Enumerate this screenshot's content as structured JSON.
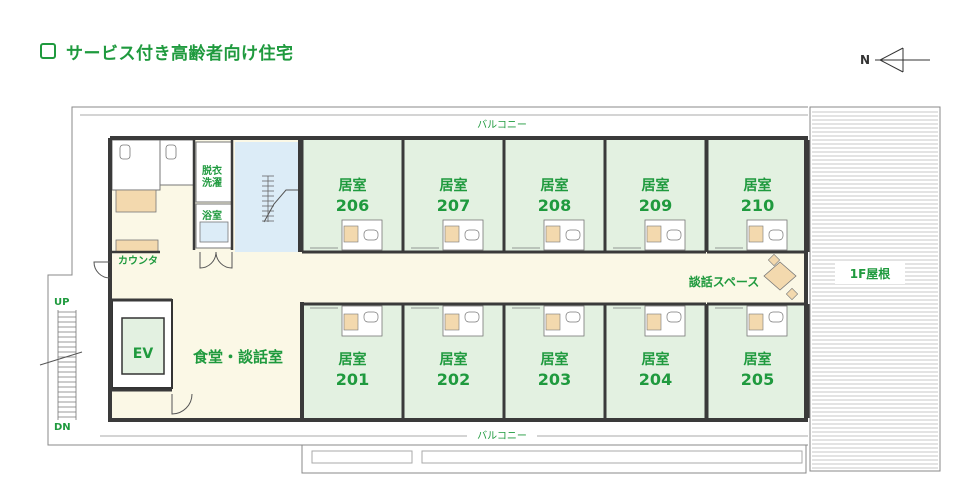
{
  "title": "サービス付き高齢者向け住宅",
  "compass": "N",
  "labels": {
    "balcony_top": "バルコニー",
    "balcony_bottom": "バルコニー",
    "dressing": [
      "脱衣",
      "洗濯"
    ],
    "bath": "浴室",
    "counter": "カウンタ",
    "ev": "EV",
    "dining": "食堂・談話室",
    "talk_space": "談話スペース",
    "roof": "1F屋根",
    "up": "UP",
    "dn": "DN"
  },
  "rooms_top": [
    {
      "label": "居室",
      "number": "206"
    },
    {
      "label": "居室",
      "number": "207"
    },
    {
      "label": "居室",
      "number": "208"
    },
    {
      "label": "居室",
      "number": "209"
    },
    {
      "label": "居室",
      "number": "210"
    }
  ],
  "rooms_bottom": [
    {
      "label": "居室",
      "number": "201"
    },
    {
      "label": "居室",
      "number": "202"
    },
    {
      "label": "居室",
      "number": "203"
    },
    {
      "label": "居室",
      "number": "204"
    },
    {
      "label": "居室",
      "number": "205"
    }
  ],
  "colors": {
    "accent": "#1f9a3e",
    "room": "#e3f1e1",
    "corridor": "#fbf8e6",
    "stair": "#dcecf7",
    "wall": "#3a3a3a",
    "furniture": "#f3d9ae"
  }
}
